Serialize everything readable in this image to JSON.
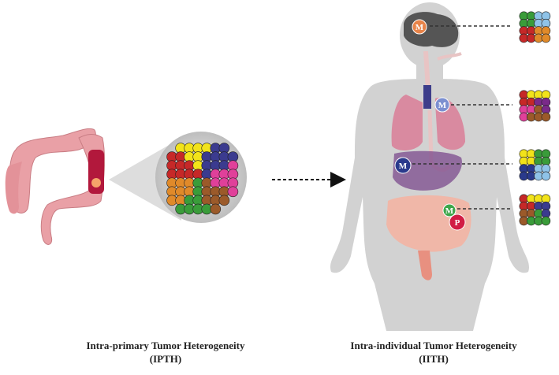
{
  "captions": {
    "left_title": "Intra-primary Tumor Heterogeneity",
    "left_abbrev": "(IPTH)",
    "right_title": "Intra-individual Tumor Heterogeneity",
    "right_abbrev": "(IITH)"
  },
  "markers": {
    "brain": "M",
    "lung": "M",
    "liver": "M",
    "intestine_m": "M",
    "intestine_p": "P"
  },
  "colors": {
    "body": "#d2d2d2",
    "brain": "#555555",
    "lung": "#d98aa0",
    "liver": "#7b4a8c",
    "intestine": "#f0b7a8",
    "colon": "#e9a0a6",
    "tumor": "#b2183c",
    "marker_orange": "#e8844a",
    "marker_blue": "#7b8fd0",
    "marker_navy": "#2a3a8c",
    "marker_green": "#3ea64a",
    "marker_red": "#d11c44"
  }
}
